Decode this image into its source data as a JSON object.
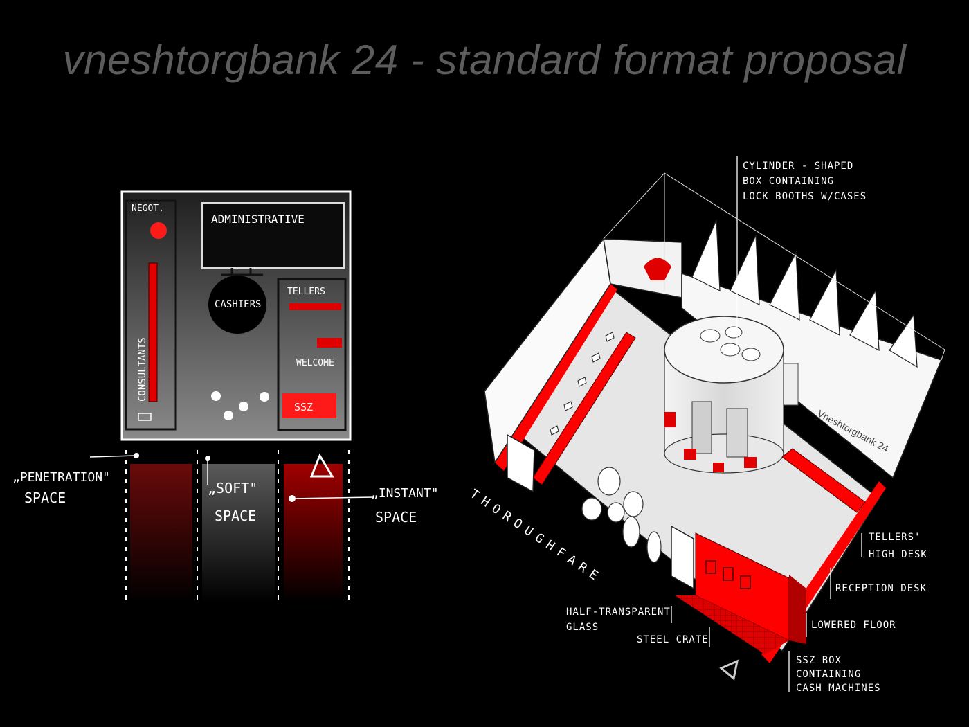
{
  "title": "vneshtorgbank 24 - standard format proposal",
  "plan": {
    "zones": {
      "negot": "NEGOT.",
      "administrative": "ADMINISTRATIVE",
      "consultants": "CONSULTANTS",
      "cashiers": "CASHIERS",
      "tellers": "TELLERS",
      "welcome": "WELCOME",
      "ssz": "SSZ"
    },
    "spaces": {
      "penetration_1": "„PENETRATION\"",
      "penetration_2": "SPACE",
      "soft_1": "„SOFT\"",
      "soft_2": "SPACE",
      "instant_1": "„INSTANT\"",
      "instant_2": "SPACE"
    }
  },
  "isometric": {
    "brand_sign": "Vneshtorgbank 24",
    "thoroughfare": "THOROUGHFARE",
    "annotations": {
      "cylinder_1": "CYLINDER - SHAPED",
      "cylinder_2": "BOX CONTAINING",
      "cylinder_3": "LOCK BOOTHS W/CASES",
      "tellers_1": "TELLERS'",
      "tellers_2": "HIGH DESK",
      "reception": "RECEPTION DESK",
      "lowered": "LOWERED FLOOR",
      "ssz_1": "SSZ BOX",
      "ssz_2": "CONTAINING",
      "ssz_3": "CASH MACHINES",
      "glass_1": "HALF-TRANSPARENT",
      "glass_2": "GLASS",
      "steel": "STEEL CRATE"
    }
  },
  "colors": {
    "accent": "#ff0000",
    "title_gray": "#5c5c5c"
  }
}
